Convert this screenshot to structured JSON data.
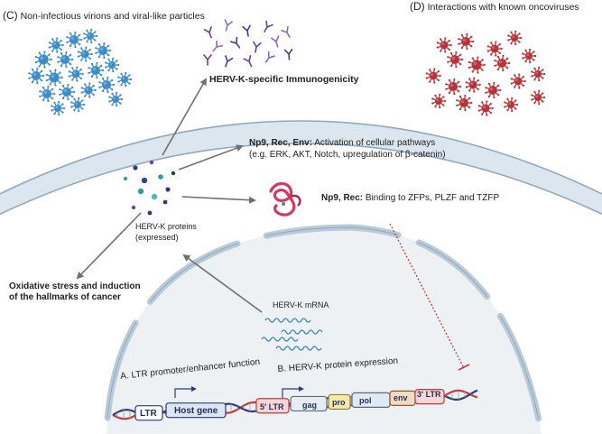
{
  "panels": {
    "c_title": "(C)",
    "c_caption": "Non-infectious virions and viral-like particles",
    "d_title": "(D)",
    "d_caption": "Interactions with known oncoviruses"
  },
  "outcomes": {
    "immunogenicity": "HERV-K-specific Immunogenicity",
    "pathways_bold": "Np9, Rec, Env:",
    "pathways_text": "Activation of cellular pathways",
    "pathways_detail": "(e.g. ERK, AKT, Notch, upregulation of β-catenin)",
    "binding_bold": "Np9, Rec:",
    "binding_text": "Binding to ZFPs, PLZF and TZFP",
    "oxidative_line1": "Oxidative stress and induction",
    "oxidative_line2": "of the hallmarks of cancer"
  },
  "proteins": {
    "line1": "HERV-K proteins",
    "line2": "(expressed)"
  },
  "nucleus": {
    "mrna_label": "HERV-K mRNA",
    "ltr_function": "A. LTR promoter/enhancer function",
    "protein_expression": "B. HERV-K protein expression"
  },
  "genome": {
    "ltr": "LTR",
    "host_gene": "Host gene",
    "ltr5": "5' LTR",
    "gag": "gag",
    "pro": "pro",
    "pol": "pol",
    "env": "env",
    "ltr3": "3' LTR"
  },
  "colors": {
    "membrane_fill": "#dbe6ee",
    "membrane_edge": "#8fa9bd",
    "nucleus_fill": "#edf1f4",
    "virion_blue": "#3b8cc8",
    "virion_red": "#b9323a",
    "antibody_purple": "#6c3f94",
    "arrow_gray": "#6f6f6f",
    "inhibit_red": "#c0392b",
    "dna_red": "#c23b3b",
    "dna_blue": "#2c3e74"
  }
}
